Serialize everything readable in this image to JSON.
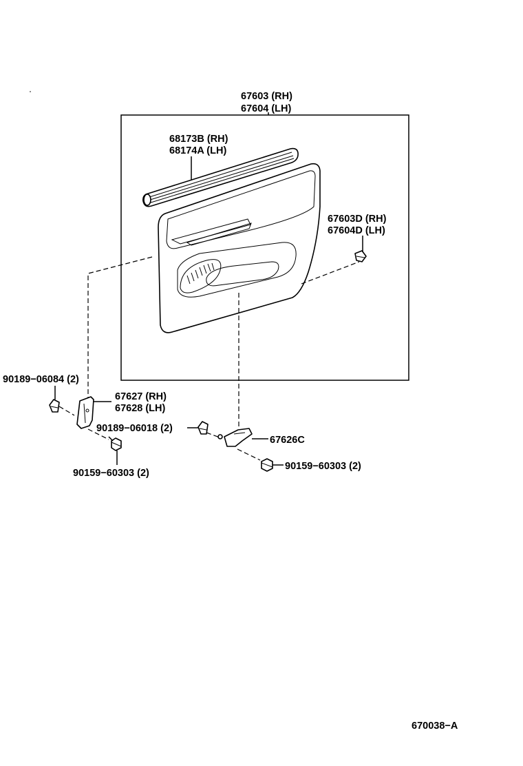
{
  "labels": {
    "board_rh": "67603 (RH)",
    "board_lh": "67604 (LH)",
    "weatherstrip_rh": "68173B (RH)",
    "weatherstrip_lh": "68174A (LH)",
    "board_sub_rh": "67603D (RH)",
    "board_sub_lh": "67604D (LH)",
    "clip_left": "90189−06084 (2)",
    "bracket_rh": "67627 (RH)",
    "bracket_lh": "67628 (LH)",
    "clip_mid": "90189−06018 (2)",
    "bracket_center": "67626C",
    "screw_left": "90159−60303 (2)",
    "screw_right": "90159−60303 (2)",
    "diagram_id": "670038−A"
  },
  "icons": {
    "door_trim_board": "door-trim-panel-icon",
    "weatherstrip": "weatherstrip-icon",
    "trim_clip": "clip-icon",
    "bracket": "bracket-icon",
    "screw": "screw-icon"
  }
}
